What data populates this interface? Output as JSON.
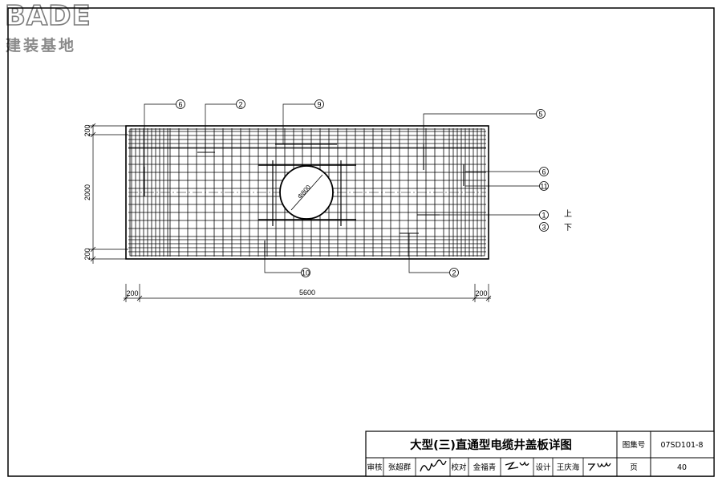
{
  "logo": {
    "brand": "BADE",
    "subtitle": "建装基地"
  },
  "drawing": {
    "dimensions": {
      "top_edge": "200",
      "height": "2000",
      "bottom_edge": "200",
      "left_edge": "200",
      "length": "5600",
      "right_edge": "200",
      "hole": "Φ800"
    },
    "callouts": [
      "6",
      "2",
      "9",
      "5",
      "6",
      "11",
      "1",
      "3",
      "10",
      "2"
    ],
    "layer_labels": {
      "upper": "上",
      "lower": "下"
    }
  },
  "title_block": {
    "title": "大型(三)直通型电缆井盖板详图",
    "atlas_label": "图集号",
    "atlas_no": "07SD101-8",
    "review_label": "审核",
    "reviewer": "张超群",
    "check_label": "校对",
    "checker": "金福青",
    "design_label": "设计",
    "designer": "王庆海",
    "page_label": "页",
    "page_no": "40"
  }
}
